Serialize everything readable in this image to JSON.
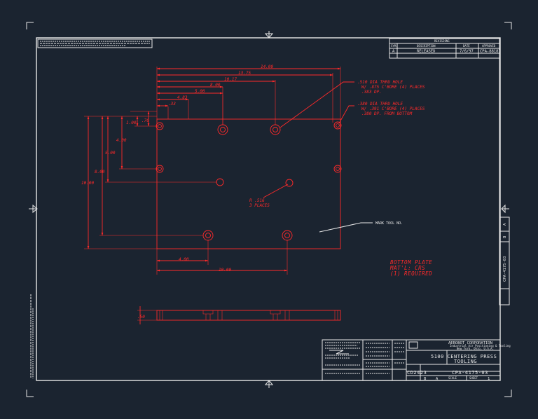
{
  "revisions": {
    "title": "REVISIONS",
    "col_sym": "SYM.",
    "col_description": "DESCRIPTION",
    "col_date": "DATE",
    "col_approved": "APPROVED",
    "row_sym": "A",
    "row_description": "RELEASED",
    "row_date": "7/6/97",
    "row_approved": "CPA-88187"
  },
  "dimensions": {
    "d1": "14.00",
    "d2": "13.75",
    "d3": "10.17",
    "d4": "8.00",
    "d5": "5.00",
    "d6": "4.83",
    "d7": ".33",
    "d8": ".70",
    "d9": "1.00",
    "d10": "4.00",
    "d11": "5.00",
    "d12": "8.00",
    "d13": "10.00",
    "d14": "4.00",
    "d15": "10.00",
    "thickness": ".50"
  },
  "notes": {
    "note1_l1": ".510 DIA THRU HOLE",
    "note1_l2": "W/ .875 C'BORE (4) PLACES",
    "note1_l3": ".383 DP.",
    "note2_l1": ".380 DIA THRU HOLE",
    "note2_l2": "W/ .391 C'BORE (4) PLACES",
    "note2_l3": ".380 DP. FROM BOTTOM",
    "radius_l1": "R .516",
    "radius_l2": "3 PLACES",
    "mark": "MARK TOOL NO.",
    "bottom_l1": "BOTTOM PLATE",
    "bottom_l2": "MAT'L: CRS",
    "bottom_l3": "(1) REQUIRED"
  },
  "title_block": {
    "company": "AEROBOT CORPORATION",
    "company_sub1": "Industrial Air Positioning & Tooling",
    "company_sub2": "New York, Ohio, U.S.A.",
    "title_l1": "5100 CENTERING PRESS",
    "title_l2": "TOOLING",
    "drawing_number": "CPA-4175-03",
    "cage_code": "CD2423",
    "size": "B",
    "rev": "A",
    "sheet": "1",
    "scale_text": "SCALE",
    "sheet_text": "SHEET"
  },
  "side_strip": {
    "number": "CPA-4175-03",
    "rev": "A",
    "size": "B"
  }
}
